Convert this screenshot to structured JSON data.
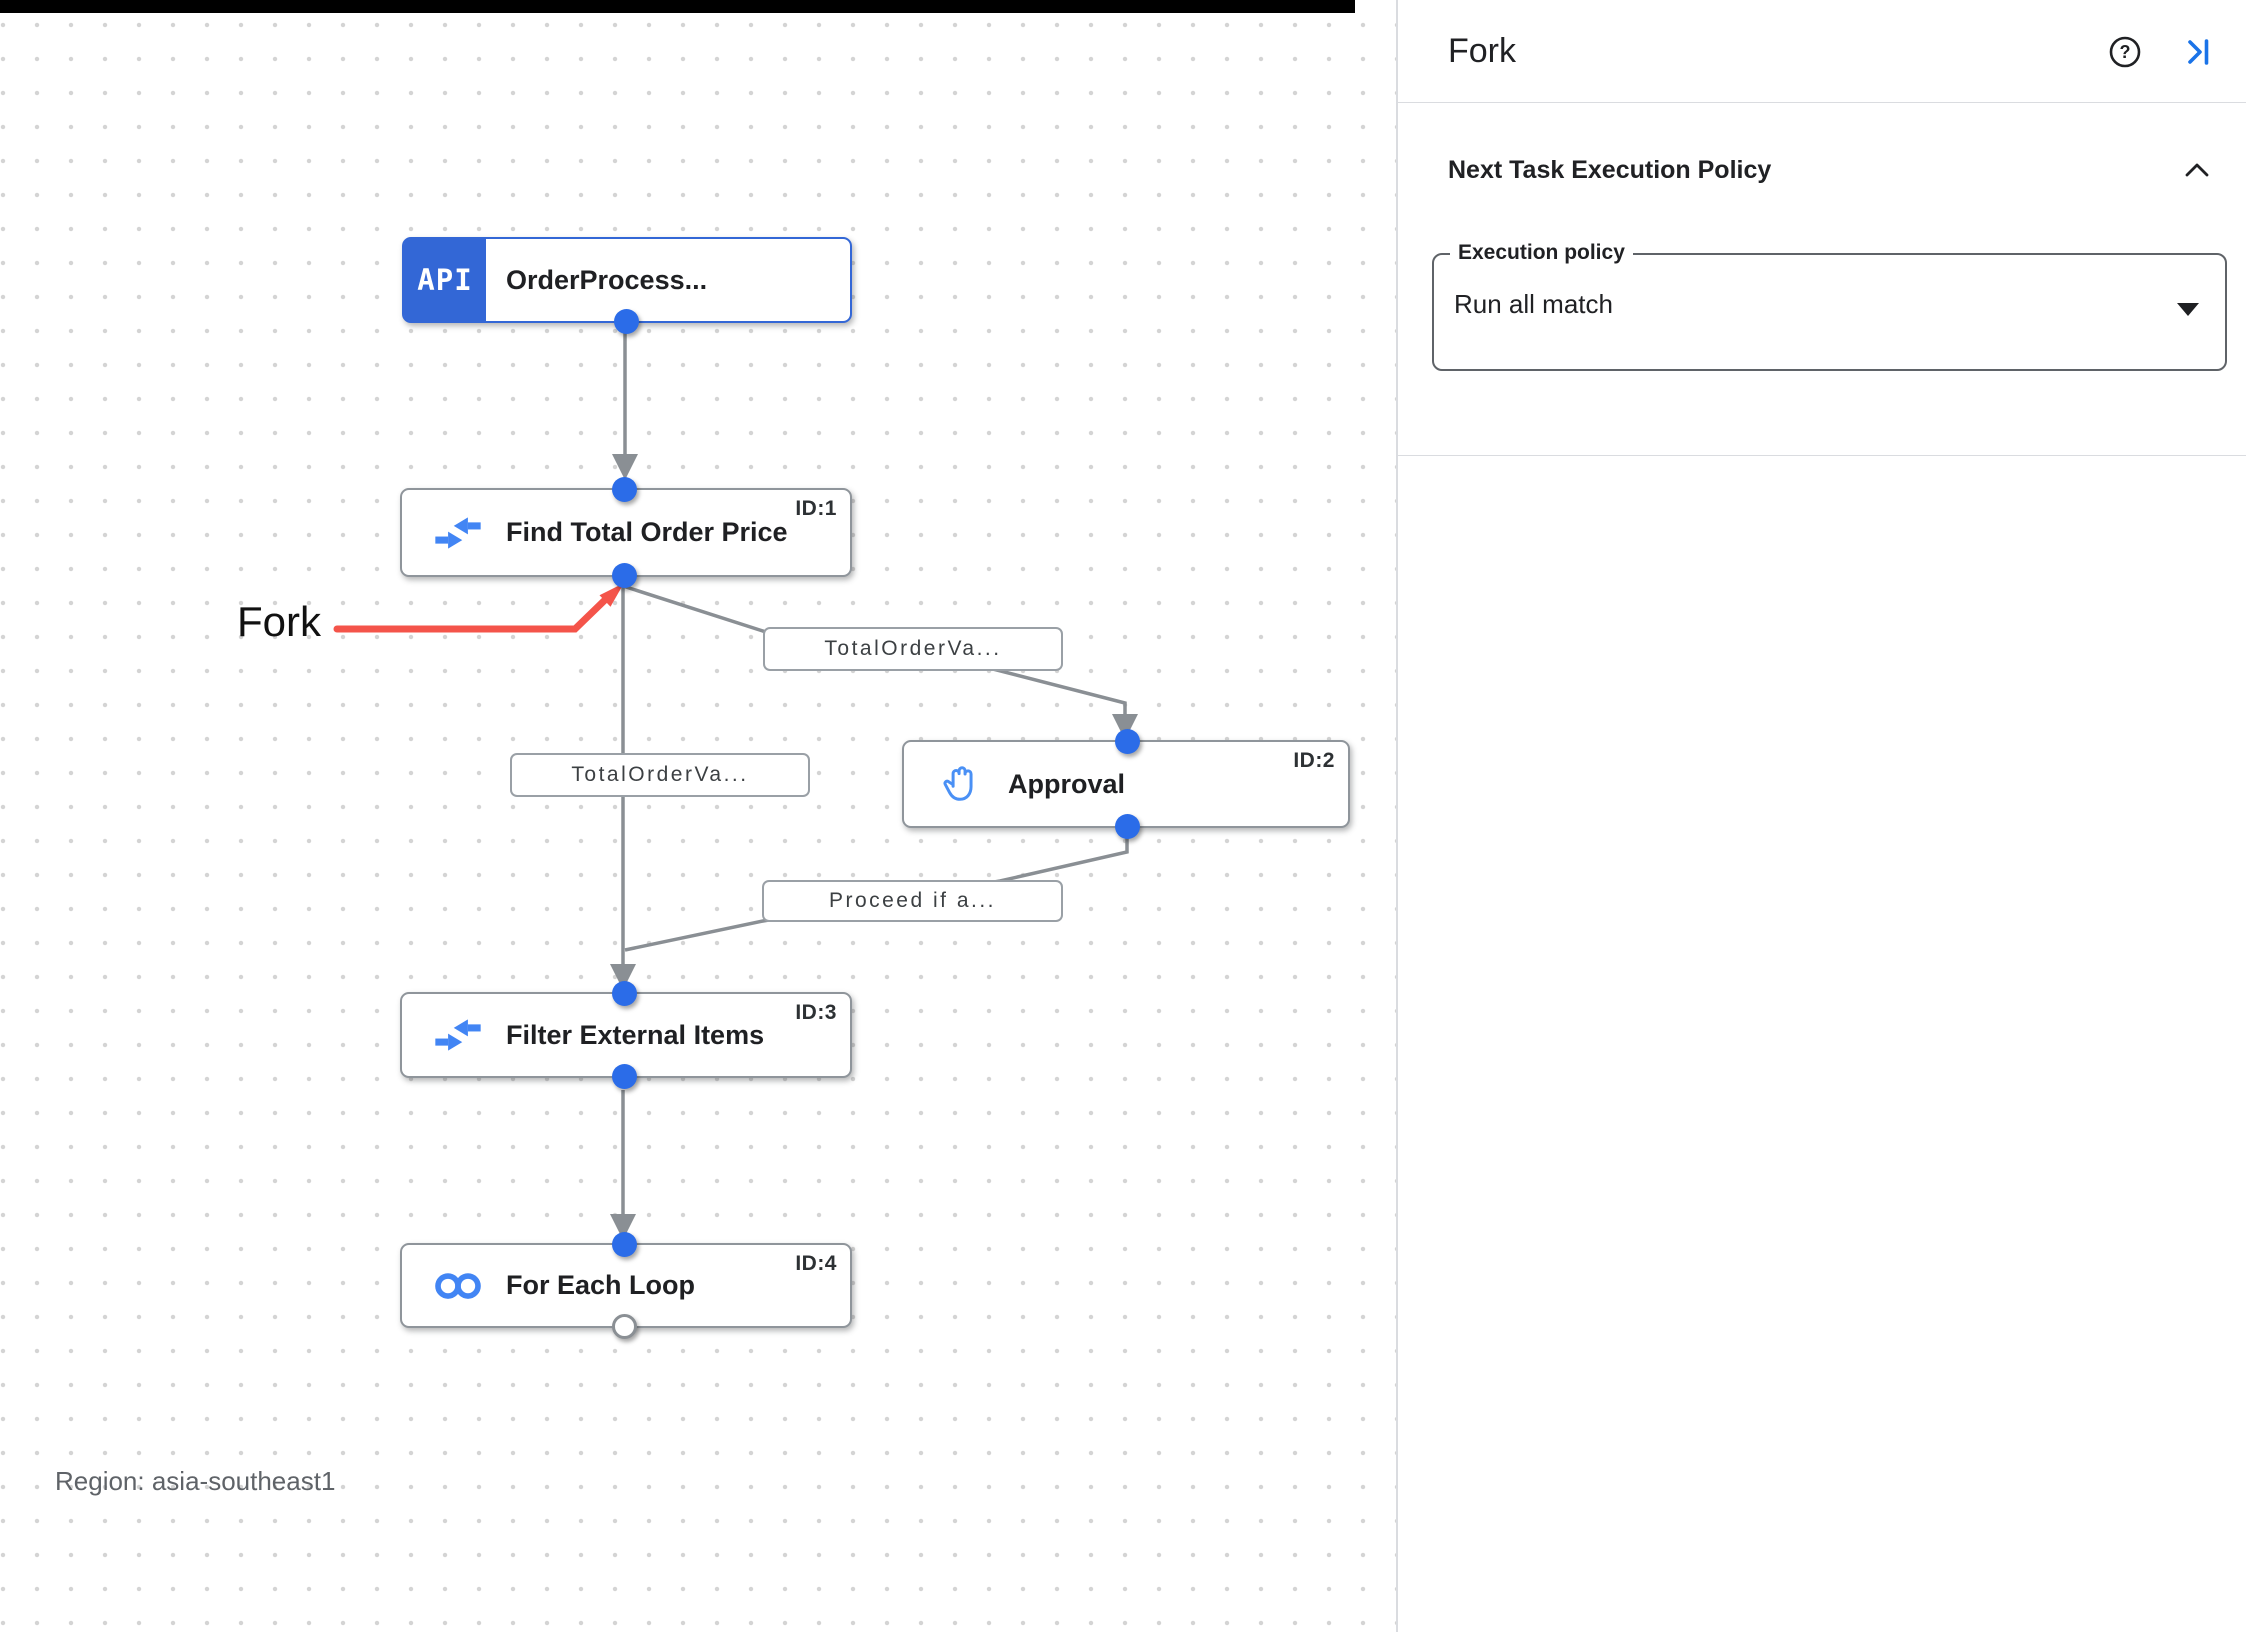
{
  "panel": {
    "title": "Fork",
    "section_title": "Next Task Execution Policy",
    "execution_policy_label": "Execution policy",
    "execution_policy_value": "Run all match"
  },
  "canvas": {
    "region_label": "Region: asia-southeast1",
    "annotation_label": "Fork",
    "nodes": [
      {
        "badge": "API",
        "label": "OrderProcess...",
        "id": ""
      },
      {
        "label": "Find Total Order Price",
        "id": "ID:1"
      },
      {
        "label": "Approval",
        "id": "ID:2"
      },
      {
        "label": "Filter External Items",
        "id": "ID:3"
      },
      {
        "label": "For Each Loop",
        "id": "ID:4"
      }
    ],
    "edge_labels": [
      {
        "text": "TotalOrderVa..."
      },
      {
        "text": "TotalOrderVa..."
      },
      {
        "text": "Proceed if a..."
      }
    ]
  },
  "colors": {
    "accent_blue": "#3367d6",
    "icon_blue": "#4285f4",
    "dot_blue": "#2b6ce8",
    "edge_gray": "#8a8f94",
    "red": "#f4544a"
  }
}
